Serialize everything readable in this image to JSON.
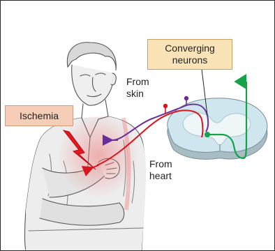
{
  "labels": {
    "ischemia": "Ischemia",
    "converging_line1": "Converging",
    "converging_line2": "neurons",
    "from_skin_line1": "From",
    "from_skin_line2": "skin",
    "from_heart_line1": "From",
    "from_heart_line2": "heart"
  },
  "colors": {
    "skin_afferent": "#6a2d9c",
    "heart_afferent": "#d8141c",
    "ascending_neuron": "#15a34a",
    "spinal_cord_white": "#cfe6ee",
    "spinal_cord_gray": "#eaf4f7",
    "ischemia_box": "#f6cdb6",
    "converging_box": "#fbe3b8"
  }
}
